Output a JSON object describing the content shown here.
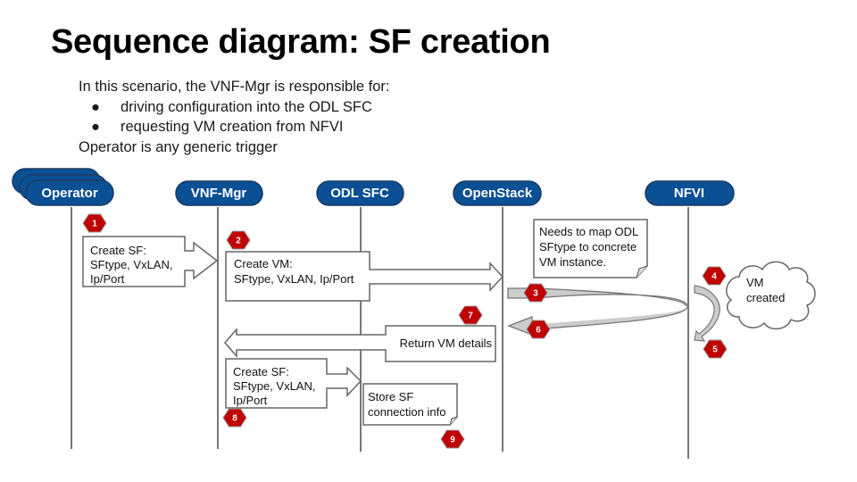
{
  "title": "Sequence diagram: SF creation",
  "intro": {
    "line1": "In this scenario, the VNF-Mgr is responsible for:",
    "bullets": [
      "driving configuration into the ODL SFC",
      "requesting VM creation from NFVI"
    ],
    "line2": "Operator is any generic trigger"
  },
  "colors": {
    "actor_fill": "#0b4f94",
    "actor_stroke": "#1c3b63",
    "badge_fill": "#c00000",
    "line": "#777777",
    "curve_fill": "#cccccc"
  },
  "actors": [
    {
      "id": "operator",
      "label": "Operator",
      "stacked": true
    },
    {
      "id": "vnf-mgr",
      "label": "VNF-Mgr"
    },
    {
      "id": "odl-sfc",
      "label": "ODL SFC"
    },
    {
      "id": "openstack",
      "label": "OpenStack"
    },
    {
      "id": "nfvi",
      "label": "NFVI"
    }
  ],
  "messages": {
    "m1": [
      "Create SF:",
      "SFtype, VxLAN,",
      "Ip/Port"
    ],
    "m2": [
      "Create VM:",
      "SFtype, VxLAN, Ip/Port"
    ],
    "m7": [
      "Return VM details"
    ],
    "m8": [
      "Create SF:",
      "SFtype, VxLAN,",
      "Ip/Port"
    ]
  },
  "notes": {
    "openstack_note": [
      "Needs to map ODL",
      "SFtype to concrete",
      "VM instance."
    ],
    "odl_note": [
      "Store SF",
      "connection info"
    ],
    "cloud": [
      "VM",
      "created"
    ]
  },
  "steps": [
    "1",
    "2",
    "3",
    "4",
    "5",
    "6",
    "7",
    "8",
    "9"
  ]
}
